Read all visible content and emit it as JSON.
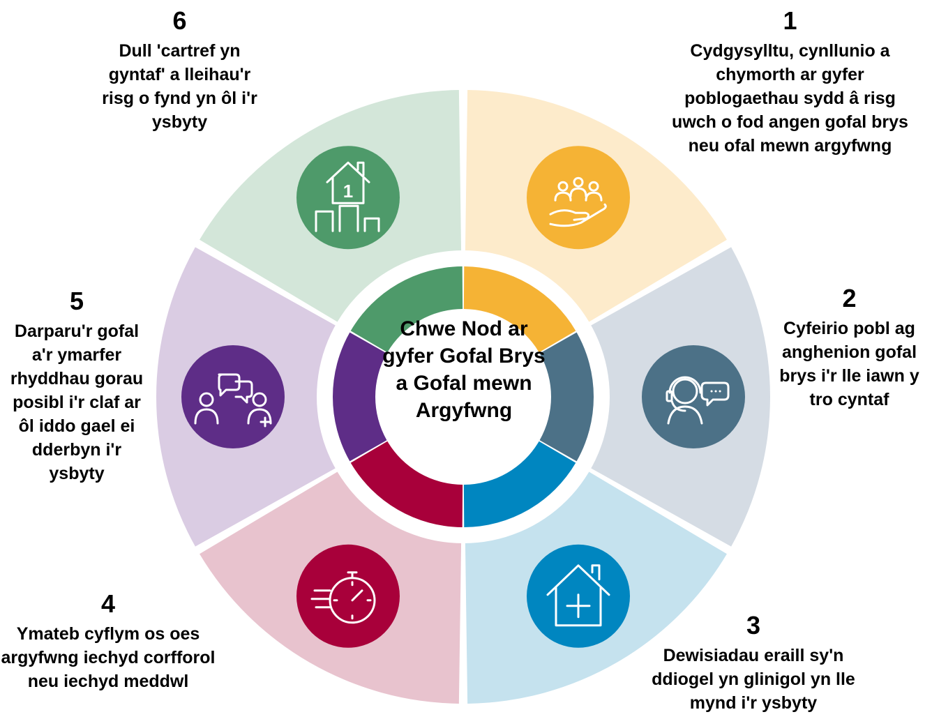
{
  "center": {
    "title": "Chwe Nod ar gyfer Gofal Brys a Gofal mewn Argyfwng"
  },
  "goals": [
    {
      "num": "1",
      "text": "Cydgysylltu, cynllunio a chymorth ar gyfer poblogaethau sydd â risg uwch o fod angen gofal brys neu ofal mewn argyfwng",
      "icon": "people-hand-icon",
      "ring_color": "#F5B335",
      "icon_color": "#F5B335",
      "segment_color": "#FDEBCB"
    },
    {
      "num": "2",
      "text": "Cyfeirio pobl ag anghenion gofal brys i'r lle iawn y tro cyntaf",
      "icon": "headset-chat-icon",
      "ring_color": "#4C7187",
      "icon_color": "#4C7187",
      "segment_color": "#D5DCE4"
    },
    {
      "num": "3",
      "text": "Dewisiadau eraill sy'n ddiogel yn glinigol yn lle mynd i'r ysbyty",
      "icon": "house-cross-icon",
      "ring_color": "#0086C0",
      "icon_color": "#0086C0",
      "segment_color": "#C5E2EE"
    },
    {
      "num": "4",
      "text": "Ymateb cyflym os oes argyfwng iechyd corfforol neu iechyd meddwl",
      "icon": "stopwatch-icon",
      "ring_color": "#A8003A",
      "icon_color": "#A8003A",
      "segment_color": "#E8C3CE"
    },
    {
      "num": "5",
      "text": "Darparu'r gofal a'r ymarfer rhyddhau gorau posibl i'r claf ar ôl iddo gael ei dderbyn i'r ysbyty",
      "icon": "people-chat-icon",
      "ring_color": "#5E2D87",
      "icon_color": "#5E2D87",
      "segment_color": "#DACCE3"
    },
    {
      "num": "6",
      "text": "Dull 'cartref yn gyntaf' a lleihau'r risg o fynd yn ôl i'r ysbyty",
      "icon": "home-first-icon",
      "ring_color": "#4E9A6A",
      "icon_color": "#4E9A6A",
      "segment_color": "#D3E6D9"
    }
  ]
}
